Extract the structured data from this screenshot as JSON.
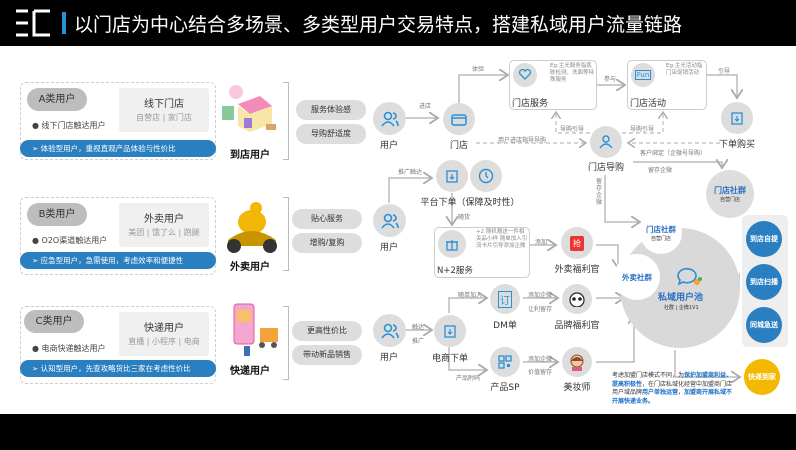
{
  "header": {
    "logo": "三C",
    "title": "以门店为中心结合多场景、多类型用户交易特点，搭建私域用户流量链路"
  },
  "rows": [
    {
      "tag": "A类用户",
      "channel": "线下门店",
      "channel_sub": "自营店 | 家门店",
      "bullet": "线下门店触达用户",
      "insight": "体验型用户，重视直观产品体验与性价比",
      "persona": "到店用户",
      "needs": [
        "服务体验感",
        "导购舒适度"
      ],
      "user": "用户"
    },
    {
      "tag": "B类用户",
      "channel": "外卖用户",
      "channel_sub": "美团 | 饿了么 | 跑腿",
      "bullet": "O2O渠道触达用户",
      "insight": "应急型用户，急需使用，考虑效率和便捷性",
      "persona": "外卖用户",
      "needs": [
        "贴心服务",
        "增购/复购"
      ],
      "user": "用户"
    },
    {
      "tag": "C类用户",
      "channel": "快递用户",
      "channel_sub": "直播 | 小程序 | 电商",
      "bullet": "电商快递触达用户",
      "insight": "认知型用户，先查攻略货比三家在考虑性价比",
      "persona": "快递用户",
      "needs": [
        "更高性价比",
        "带动新品销售"
      ],
      "user": "用户"
    }
  ],
  "flow": {
    "store": "门店",
    "enter": "进店",
    "experience": "体验",
    "service": {
      "title": "门店服务",
      "desc": "Eg:主光服务指肌肤检测、洗面等特殊服务"
    },
    "participate": "参与",
    "activity": {
      "title": "门店活动",
      "desc": "Eg:主光活动指门店促销活动",
      "icon_text": "Fun"
    },
    "guide_lead": "引导",
    "buy": "下单购买",
    "lead1": "导购引导",
    "lead2": "导购引导",
    "store_to_guide": "用户进店指导导购",
    "guide": "门店导购",
    "bind": "客户绑定（企微号导购）",
    "retain_wecom": "留存企微",
    "retain_v": "留存企微",
    "store_community": {
      "title": "门店社群",
      "sub": "自营门店"
    },
    "o2o_reach": "推广触达",
    "platform": "平台下单（保障及时性）",
    "bundle": "随货",
    "n2": {
      "title": "N+2服务",
      "desc": "+2 随机赠送一件相关品小样 随单加入引流卡片引导添加企微"
    },
    "add": "添加",
    "waimai_officer": "外卖福利官",
    "waimai_icon": "抢",
    "reach": "触达",
    "promote": "推广",
    "ecommerce": "电商下单",
    "dm_add": "随单加入",
    "dm": "DM单",
    "dm_icon": "订",
    "add_wecom1": "添加企微",
    "retain_benefit": "让利留存",
    "brand_officer": "品牌福利官",
    "product_code": "产品附码",
    "sp": "产品SP",
    "add_wecom2": "添加企微",
    "value_retain": "价值留存",
    "beauty": "美妆师",
    "pool": {
      "title": "私域用户池",
      "sub": "社群 | 企微1V1",
      "store_community": "门店社群",
      "store_sub": "自营门店",
      "waimai_community": "外卖社群"
    },
    "outcomes": [
      "到店自提",
      "到店扫播",
      "同城急送"
    ],
    "express": "快递到家",
    "note": {
      "t1": "考虑加盟门店模式不同，为",
      "b1": "保护加盟商利益、提高积极性",
      "t2": "，在门店私域化经营中加盟商门店用户域品牌",
      "b2": "用户单独运营",
      "t3": "，",
      "b3": "加盟商开展私域不开展快递业务。"
    }
  },
  "colors": {
    "accent": "#2a7fc1",
    "yellow": "#f5b800",
    "gray": "#dddddd"
  }
}
